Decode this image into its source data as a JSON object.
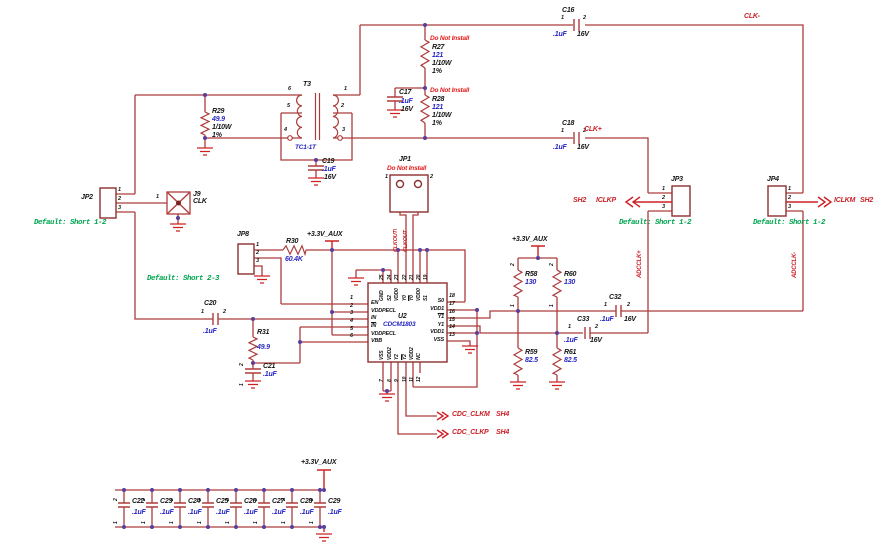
{
  "power": {
    "rail": "+3.3V_AUX"
  },
  "nets": {
    "clk_m": "CLK-",
    "clk_p": "CLK+",
    "adcclk_p": "ADCCLK+",
    "adcclk_m": "ADCCLK-",
    "clkout": "CLKOUT",
    "clkout_n": "CLKOUT\\",
    "iclkp": "ICLKP",
    "iclkm": "ICLKM",
    "cdc_clkm": "CDC_CLKM",
    "cdc_clkp": "CDC_CLKP",
    "sh2": "SH2",
    "sh4": "SH4"
  },
  "notes": {
    "dni": "Do Not Install",
    "short12": "Default: Short 1-2",
    "short23": "Default: Short 2-3"
  },
  "pn": {
    "1": "1",
    "2": "2",
    "3": "3",
    "4": "4",
    "5": "5",
    "6": "6",
    "7": "7",
    "8": "8",
    "9": "9",
    "10": "10",
    "11": "11",
    "12": "12",
    "13": "13",
    "14": "14",
    "15": "15",
    "16": "16",
    "17": "17",
    "18": "18",
    "19": "19",
    "20": "20",
    "21": "21",
    "22": "22",
    "23": "23",
    "24": "24",
    "25": "25"
  },
  "parts": {
    "c16": {
      "ref": "C16",
      "val": ".1uF",
      "v": "16V"
    },
    "c17": {
      "ref": "C17",
      "val": ".1uF",
      "v": "16V"
    },
    "c18": {
      "ref": "C18",
      "val": ".1uF",
      "v": "16V"
    },
    "c19": {
      "ref": "C19",
      "val": ".1uF",
      "v": "16V"
    },
    "c20": {
      "ref": "C20",
      "val": ".1uF"
    },
    "c21": {
      "ref": "C21",
      "val": ".1uF"
    },
    "c22": {
      "ref": "C22",
      "val": ".1uF"
    },
    "c23": {
      "ref": "C23",
      "val": ".1uF"
    },
    "c24": {
      "ref": "C24",
      "val": ".1uF"
    },
    "c25": {
      "ref": "C25",
      "val": ".1uF"
    },
    "c26": {
      "ref": "C26",
      "val": ".1uF"
    },
    "c27": {
      "ref": "C27",
      "val": ".1uF"
    },
    "c28": {
      "ref": "C28",
      "val": ".1uF"
    },
    "c29": {
      "ref": "C29",
      "val": ".1uF"
    },
    "c32": {
      "ref": "C32",
      "val": ".1uF",
      "v": "16V"
    },
    "c33": {
      "ref": "C33",
      "val": ".1uF",
      "v": "16V"
    },
    "r27": {
      "ref": "R27",
      "val": "121",
      "pw": "1/10W",
      "tol": "1%"
    },
    "r28": {
      "ref": "R28",
      "val": "121",
      "pw": "1/10W",
      "tol": "1%"
    },
    "r29": {
      "ref": "R29",
      "val": "49.9",
      "pw": "1/10W",
      "tol": "1%"
    },
    "r30": {
      "ref": "R30",
      "val": "60.4K"
    },
    "r31": {
      "ref": "R31",
      "val": "49.9"
    },
    "r58": {
      "ref": "R58",
      "val": "130"
    },
    "r59": {
      "ref": "R59",
      "val": "82.5"
    },
    "r60": {
      "ref": "R60",
      "val": "130"
    },
    "r61": {
      "ref": "R61",
      "val": "82.5"
    },
    "t3": {
      "ref": "T3",
      "part": "TC1-1T"
    },
    "u2": {
      "ref": "U2",
      "part": "CDCM1803",
      "left": [
        "EN",
        "VDDPECL",
        "IN",
        "IN",
        "VDDPECL",
        "VBB"
      ],
      "right": [
        "S0",
        "VDD1",
        "Y1",
        "Y1",
        "VDD1",
        "VSS"
      ],
      "top": [
        "GND",
        "S2",
        "VDD0",
        "Y0",
        "Y0",
        "VDD0",
        "S1"
      ],
      "bottom": [
        "VSS",
        "VDD2",
        "Y2",
        "Y2",
        "VDD2",
        "NC"
      ]
    },
    "j9": {
      "ref": "J9",
      "name": "CLK"
    },
    "jp1": {
      "ref": "JP1"
    },
    "jp2": {
      "ref": "JP2"
    },
    "jp3": {
      "ref": "JP3"
    },
    "jp4": {
      "ref": "JP4"
    },
    "jp8": {
      "ref": "JP8"
    }
  },
  "colors": {
    "wire": "#ad3c3c",
    "component": "#8f2f2f",
    "value_blue": "#2626c4",
    "net_red": "#cb2026",
    "note_green": "#00a550",
    "junction": "#5a3d9c",
    "ground": "#cf2020"
  }
}
